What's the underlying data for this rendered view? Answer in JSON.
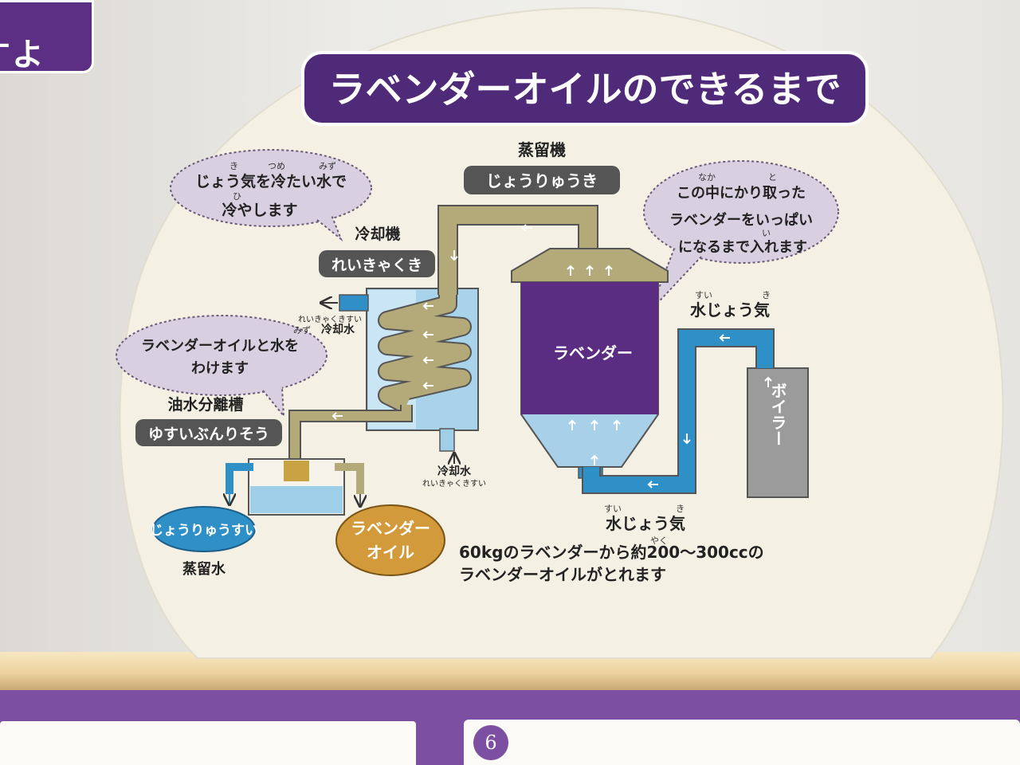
{
  "side_sign": {
    "text": "すよ"
  },
  "title": "ラベンダーオイルのできるまで",
  "still": {
    "kanji": "蒸留機",
    "reading": "じょうりゅうき",
    "tank_label": "ラベンダー"
  },
  "condenser": {
    "kanji": "冷却機",
    "reading": "れいきゃくき"
  },
  "separator": {
    "kanji": "油水分離槽",
    "reading": "ゆすいぶんりそう"
  },
  "boiler": {
    "label": "ボイラー"
  },
  "bubbles": {
    "cool": {
      "line1": "じょう気を冷たい水で",
      "line2": "冷やします",
      "ruby": [
        "き",
        "つめ",
        "みず",
        "ひ"
      ]
    },
    "fill": {
      "line1": "この中にかり取った",
      "line2": "ラベンダーをいっぱい",
      "line3": "になるまで入れます",
      "ruby": [
        "なか",
        "と",
        "い"
      ]
    },
    "separate": {
      "line1": "ラベンダーオイルと水を",
      "line2": "わけます",
      "ruby": [
        "みず"
      ]
    }
  },
  "labels": {
    "steam_top": "水じょう気",
    "steam_top_ruby": [
      "すい",
      "き"
    ],
    "steam_bottom": "水じょう気",
    "steam_bottom_ruby": [
      "すい",
      "き"
    ],
    "coolant_out_reading": "れいきゃくきすい",
    "coolant_out": "冷却水",
    "coolant_in": "冷却水",
    "coolant_in_reading": "れいきゃくきすい",
    "distilled_water": "じょうりゅうすい",
    "distilled_water_kanji": "蒸留水",
    "oil_line1": "ラベンダー",
    "oil_line2": "オイル"
  },
  "note": {
    "line1": "60kgのラベンダーから約200～300ccの",
    "line2": "ラベンダーオイルがとれます",
    "ruby": "やく"
  },
  "step_number": "6",
  "colors": {
    "purple_dark": "#4f2a78",
    "purple_tank": "#5a2d82",
    "olive_pipe": "#b3a979",
    "blue_pipe": "#2f8fc7",
    "light_blue": "#9fcfe8",
    "bubble": "#d8cfe0",
    "oil_orange": "#d29a3a",
    "boiler_gray": "#9b9b9b",
    "board": "#f4f0e3"
  }
}
